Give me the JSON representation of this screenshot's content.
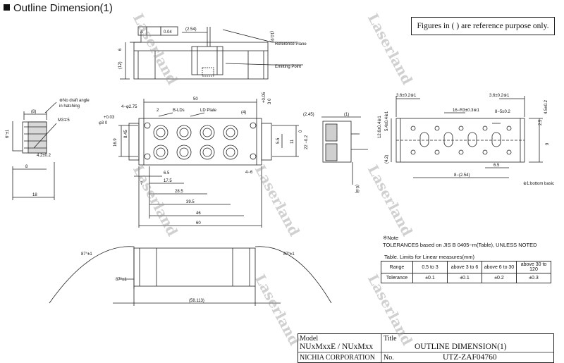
{
  "header": {
    "title": "Outline Dimension(1)"
  },
  "ref_note": "Figures in ( ) are reference purpose only.",
  "watermark": "Laserland",
  "front_view": {
    "flatness_datum": "A",
    "flatness_value": "0.04",
    "dims": [
      "(2.54)",
      "(10.9)",
      "6",
      "(12)"
    ],
    "labels": [
      "Reference Plane",
      "Emitting Point"
    ]
  },
  "top_view": {
    "labels": [
      "B-LDs",
      "LD Plate"
    ],
    "dims": [
      "50",
      "4−φ2.75",
      "2",
      "+0.03",
      "φ3  0",
      "(4)",
      "+0.05",
      "3   0",
      "8.45",
      "16.9",
      "5.5",
      "11",
      "0",
      "22 −0.2",
      "6.5",
      "7",
      "17.5",
      "28.5",
      "39.5",
      "46",
      "60",
      "4−6"
    ]
  },
  "side_view": {
    "labels": [
      "※No draft angle",
      "in hatching",
      "M3∓5"
    ],
    "dims": [
      "(8)",
      "6°±1",
      "8",
      "4.2±0.2",
      "18"
    ]
  },
  "right_view": {
    "dims": [
      "(2.45)",
      "(1)",
      "(0.6)"
    ]
  },
  "bottom_view": {
    "dims": [
      "3.6±0.2※1",
      "3.6±0.2※1",
      "16−R3±0.3※1",
      "8−5±0.2",
      "12.6±0.4※1",
      "5.4±0.4※1",
      "4.5±0.2",
      "2.5",
      "9",
      "6.5",
      "(4.2)",
      "8−(2.54)"
    ],
    "footnote": "※1:bottom basic"
  },
  "lower_view": {
    "dims": [
      "87°±1",
      "87°±1",
      "87°±1",
      "(58.113)"
    ]
  },
  "notes": {
    "mark": "※Note",
    "text": "TOLERANCES based on JIS B 0405−m(Table), UNLESS NOTED",
    "table_title": "Table. Limits for Linear measures(mm)",
    "table": {
      "headers": [
        "Range",
        "0.5 to 3",
        "above 3 to 6",
        "above 6 to 30",
        "above 30 to 120"
      ],
      "row": [
        "Tolerance",
        "±0.1",
        "±0.1",
        "±0.2",
        "±0.3"
      ]
    }
  },
  "title_block": {
    "model_label": "Model",
    "model_value": "NUxMxxE / NUxMxx",
    "title_label": "Title",
    "title_value": "OUTLINE DIMENSION(1)",
    "company": "NICHIA CORPORATION",
    "no_label": "No.",
    "no_value": "UTZ-ZAF04760"
  }
}
